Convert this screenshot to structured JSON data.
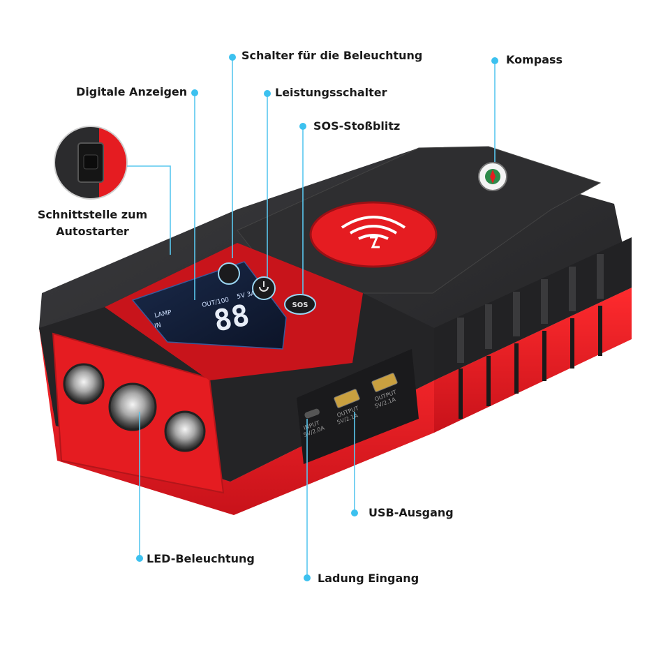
{
  "callouts": {
    "lighting_switch": "Schalter für die Beleuchtung",
    "compass": "Kompass",
    "digital_displays": "Digitale Anzeigen",
    "power_switch": "Leistungsschalter",
    "sos_flash": "SOS-Stoßblitz",
    "jump_starter_port": "Schnittstelle zum\nAutostarter",
    "usb_output": "USB-Ausgang",
    "led_lighting": "LED-Beleuchtung",
    "charging_input": "Ladung Eingang"
  },
  "device": {
    "display": {
      "voltage_label": "5V 3A",
      "percent_label": "OUT/100",
      "lamp_label": "LAMP",
      "in_label": "IN",
      "reading": "88"
    },
    "sos_button": "SOS",
    "ports": [
      {
        "label": "INPUT",
        "rating": "5V/2.0A"
      },
      {
        "label": "OUTPUT",
        "rating": "5V/2.1A"
      },
      {
        "label": "OUTPUT",
        "rating": "5V/2.1A"
      }
    ]
  },
  "colors": {
    "accent_blue": "#3cc1ef",
    "body_red": "#e51c21",
    "body_dark": "#2a2a2c"
  }
}
